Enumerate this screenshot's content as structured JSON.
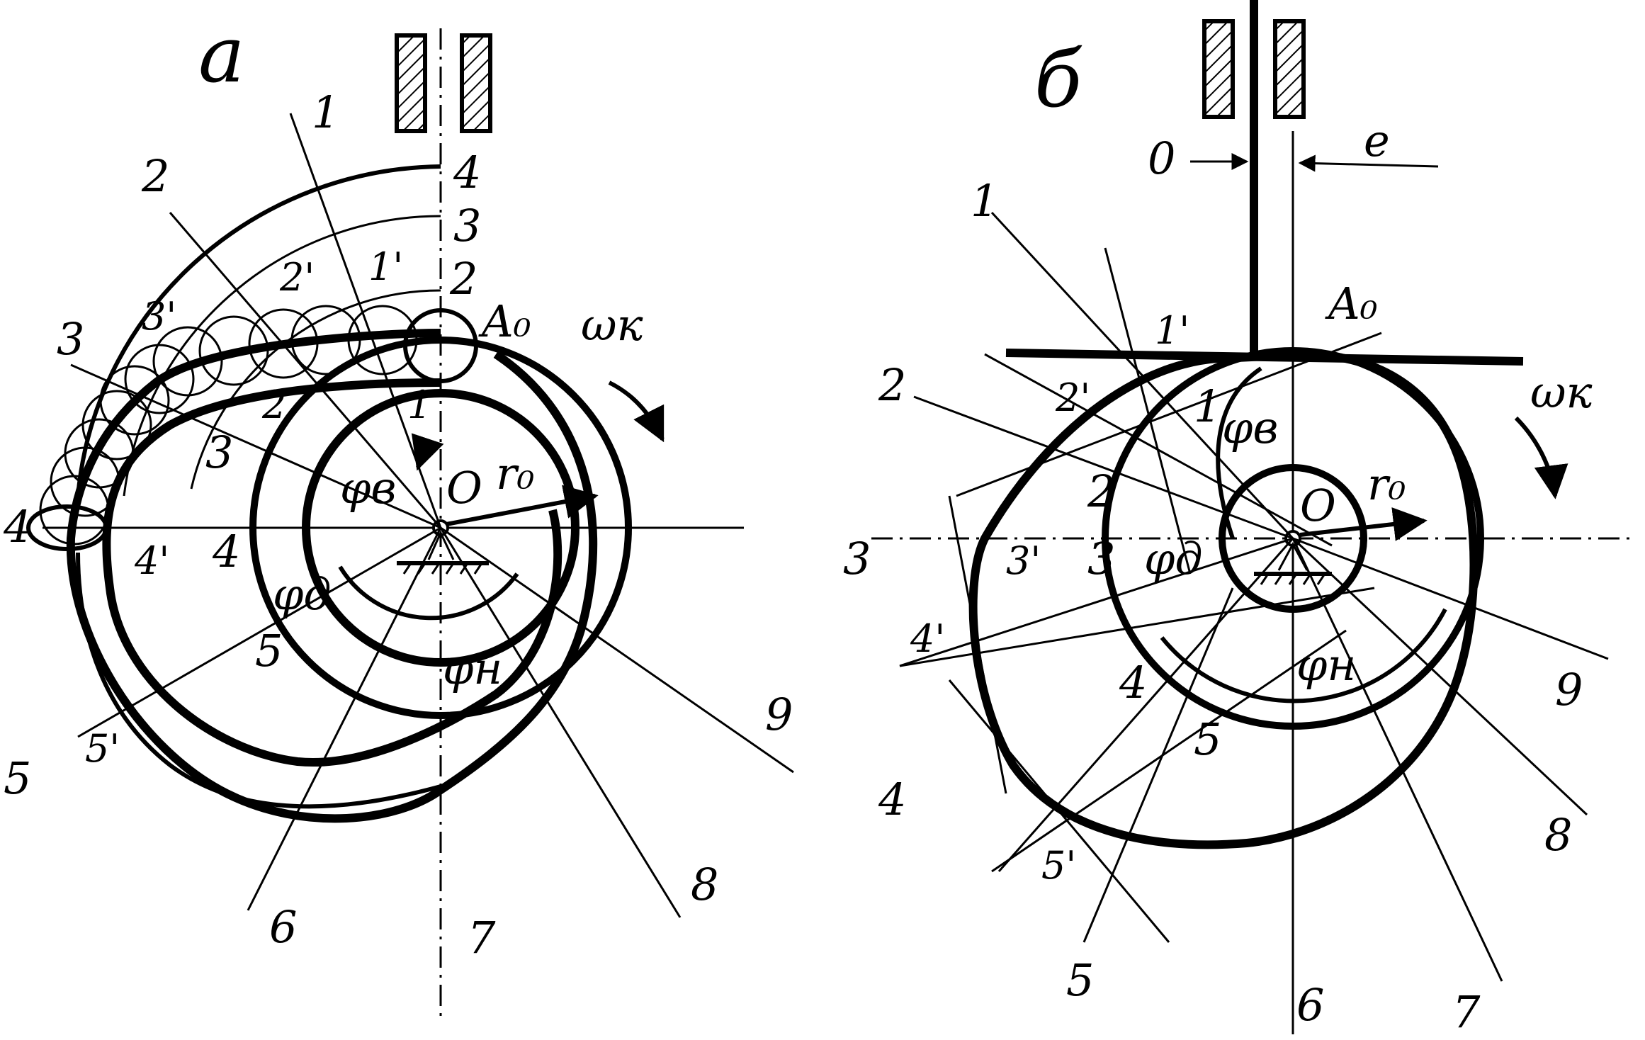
{
  "panel_a": {
    "title": "а",
    "rays": [
      "1",
      "2",
      "3",
      "4",
      "5",
      "6",
      "7",
      "8",
      "9"
    ],
    "inner_points": [
      "1",
      "2",
      "3",
      "4"
    ],
    "prime_points": [
      "1'",
      "2'",
      "3'",
      "4'",
      "5'"
    ],
    "follower_positions": [
      "2",
      "3",
      "4"
    ],
    "labels": {
      "a0": "A₀",
      "omega": "ωк",
      "center": "O",
      "r0": "r₀",
      "phi_v": "φв",
      "phi_d": "φд",
      "phi_n": "φн"
    }
  },
  "panel_b": {
    "title": "б",
    "rays": [
      "1",
      "2",
      "3",
      "4",
      "5",
      "6",
      "7",
      "8",
      "9"
    ],
    "inner_points": [
      "1",
      "2",
      "3",
      "4",
      "5"
    ],
    "prime_points": [
      "1'",
      "2'",
      "3'",
      "4'",
      "5'"
    ],
    "labels": {
      "a0": "A₀",
      "omega": "ωк",
      "center": "O",
      "r0": "r₀",
      "phi_v": "φв",
      "phi_d": "φд",
      "phi_n": "φн",
      "zero": "0",
      "e": "e"
    }
  }
}
